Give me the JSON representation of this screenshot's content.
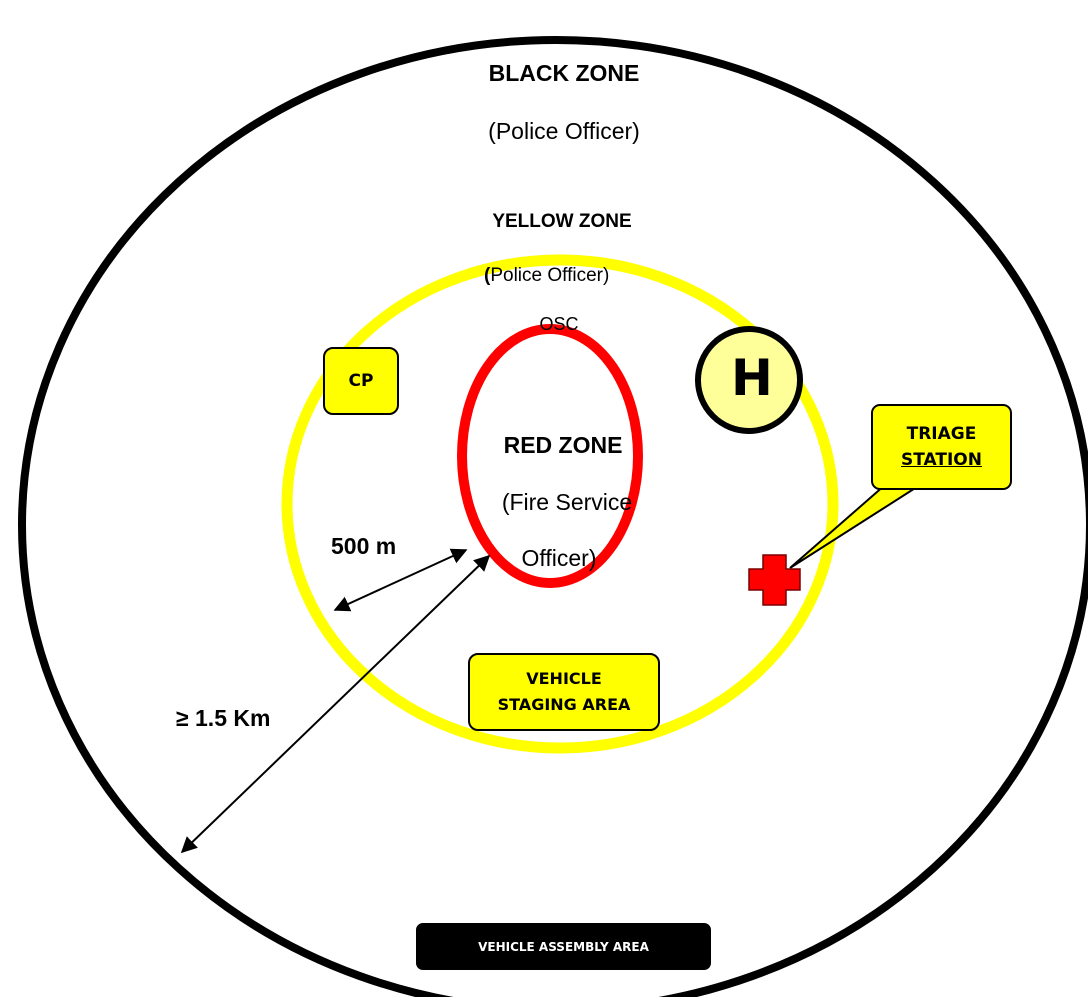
{
  "colors": {
    "black_zone": "#000000",
    "yellow_zone": "#ffff00",
    "red_zone": "#ff0000",
    "box_fill": "#ffff00",
    "helipad_fill": "#ffff99",
    "cross": "#ff0000"
  },
  "black_zone": {
    "title": "BLACK ZONE",
    "role": "(Police Officer)"
  },
  "yellow_zone": {
    "title": "YELLOW ZONE",
    "role_open": "(",
    "role": "Police Officer)",
    "osc": "OSC"
  },
  "red_zone": {
    "title": "RED ZONE",
    "role_line1": "(Fire Service",
    "role_line2": "Officer)"
  },
  "distances": {
    "inner": "500 m",
    "outer": "≥ 1.5 Km"
  },
  "cp": {
    "label": "CP"
  },
  "helipad": {
    "icon": "helipad-icon",
    "label": "H"
  },
  "triage": {
    "line1": "TRIAGE",
    "line2": "STATION",
    "icon": "red-cross-icon"
  },
  "vehicle_staging": {
    "line1": "VEHICLE",
    "line2": "STAGING AREA"
  },
  "vehicle_assembly": {
    "label": "VEHICLE ASSEMBLY AREA"
  }
}
